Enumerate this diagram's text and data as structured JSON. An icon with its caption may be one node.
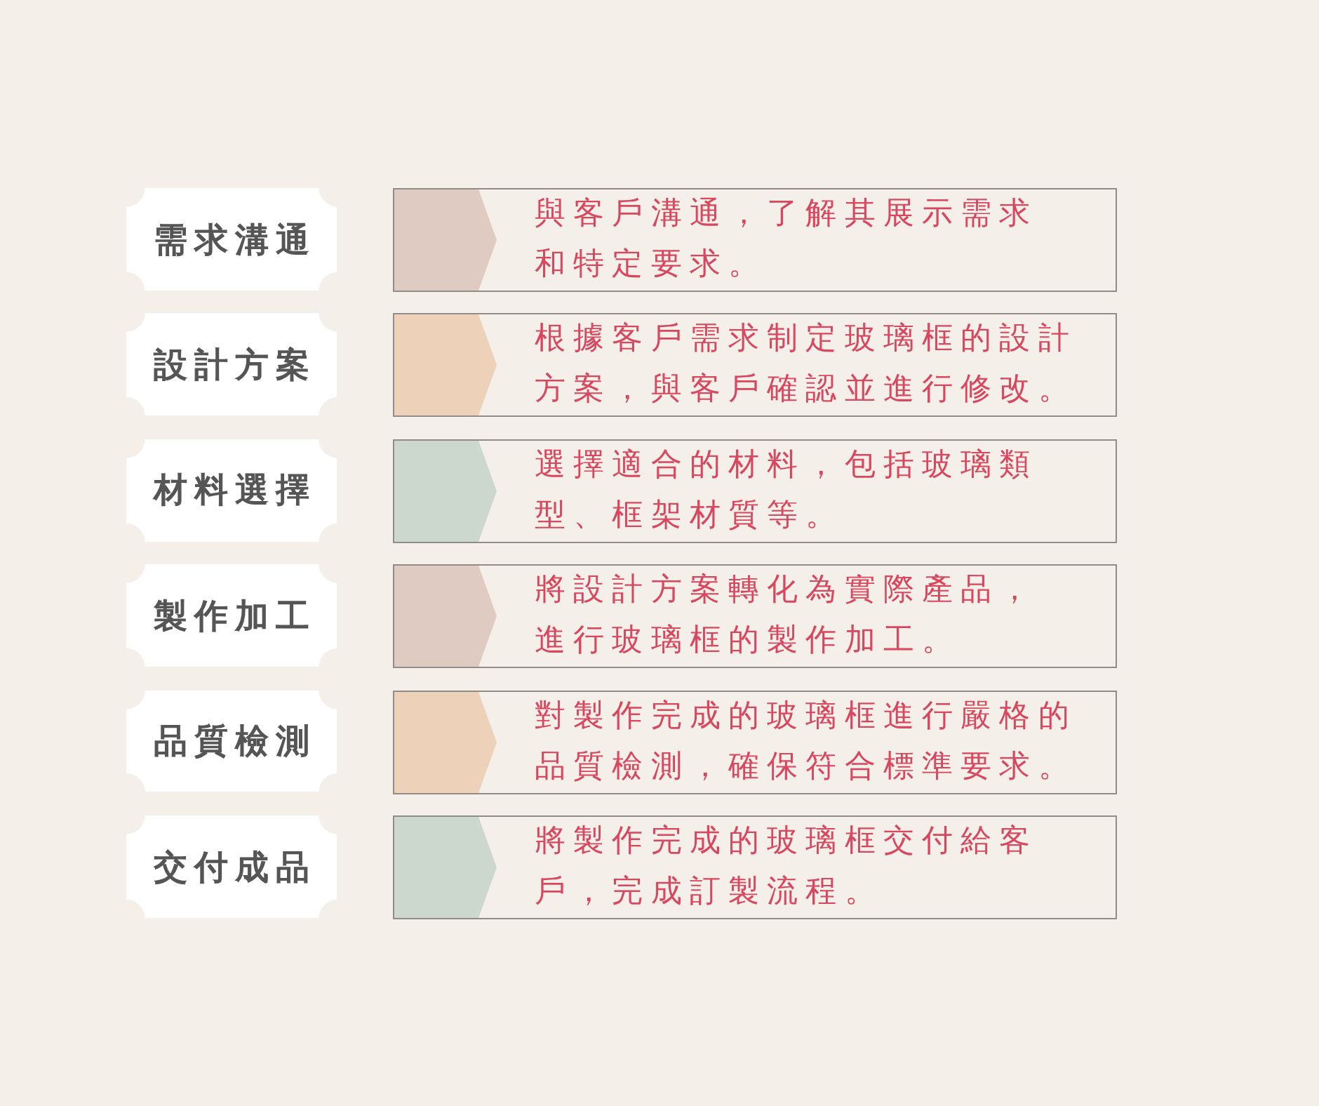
{
  "diagram": {
    "nodes": [
      {
        "text": [
          "需求溝通"
        ]
      },
      {
        "text": [
          "與客戶溝通，了解其展示需求和特定要求。"
        ]
      },
      {
        "text": [
          "設計方案"
        ]
      },
      {
        "text": [
          "根據客戶需求制定玻璃框的設計方案，與客戶確認並進行修改。"
        ]
      },
      {
        "text": [
          "材料選擇"
        ]
      },
      {
        "text": [
          "選擇適合的材料，包括玻璃類型、框架材質等。"
        ]
      },
      {
        "text": [
          "製作加工"
        ]
      },
      {
        "text": [
          "將設計方案轉化為實際產品，進行玻璃框的製作加工。"
        ]
      },
      {
        "text": [
          "品質檢測"
        ]
      },
      {
        "text": [
          "對製作完成的玻璃框進行嚴格的品質檢測，確保符合標準要求。"
        ]
      },
      {
        "text": [
          "交付成品"
        ]
      },
      {
        "text": [
          "將製作完成的玻璃框交付給客戶，完成訂製流程。"
        ]
      }
    ]
  }
}
